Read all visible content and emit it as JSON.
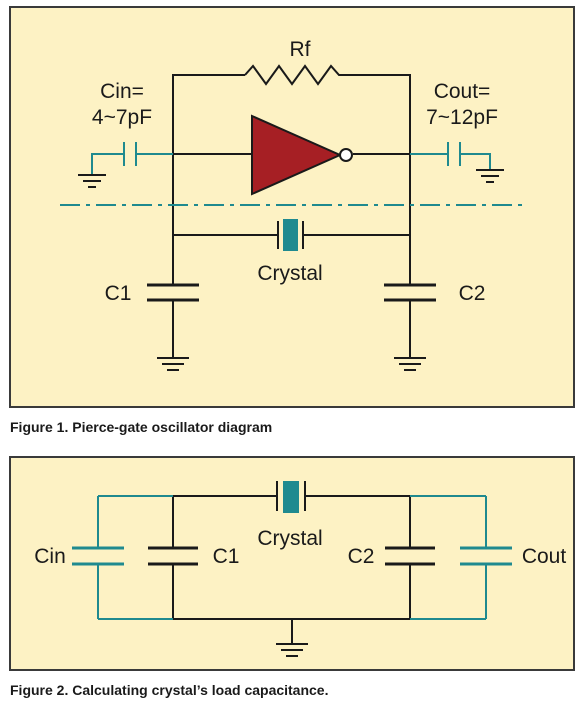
{
  "figure1": {
    "caption": "Figure 1. Pierce-gate oscillator diagram",
    "labels": {
      "rf": "Rf",
      "cin_line1": "Cin=",
      "cin_line2": "4~7pF",
      "cout_line1": "Cout=",
      "cout_line2": "7~12pF",
      "crystal": "Crystal",
      "c1": "C1",
      "c2": "C2"
    }
  },
  "figure2": {
    "caption": "Figure 2. Calculating crystal’s load capacitance.",
    "labels": {
      "cin": "Cin",
      "c1": "C1",
      "crystal": "Crystal",
      "c2": "C2",
      "cout": "Cout"
    }
  },
  "colors": {
    "panel_bg": "#fdf2c4",
    "wire": "#1a1a1a",
    "teal": "#1f8a8f",
    "crystal_fill": "#1f8a8f",
    "inverter_fill": "#a61f24"
  }
}
